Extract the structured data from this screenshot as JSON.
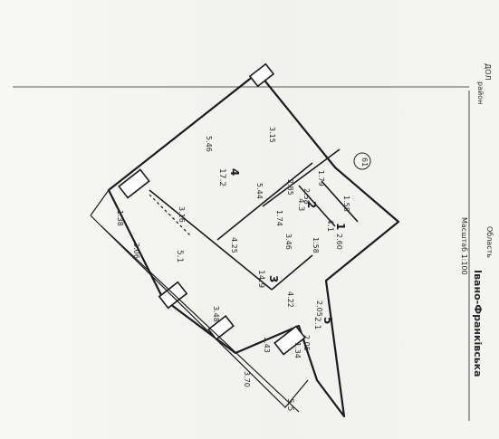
{
  "header": {
    "fragment_top": "ДОЛ",
    "rayon": "район",
    "oblast": "Область",
    "city": "Івано-Франківська",
    "scale": "Масштаб 1:100"
  },
  "plan": {
    "room_labels": [
      {
        "id": "room-4",
        "number": "4",
        "area": "17.2"
      },
      {
        "id": "room-3",
        "number": "3",
        "area": "14.9"
      },
      {
        "id": "room-2",
        "number": "2",
        "area": "4.3"
      },
      {
        "id": "room-1",
        "number": "1",
        "area": "4.1"
      },
      {
        "id": "room-5",
        "number": "5",
        "area": "2.1"
      }
    ],
    "balcony_labels": [
      "5.1",
      "5.5"
    ],
    "apartment_number": "61",
    "dimensions": [
      "3.15",
      "5.46",
      "1.79",
      "2.85",
      "5.44",
      "2.58",
      "1.58",
      "2.60",
      "1.74",
      "1.58",
      "3.46",
      "4.25",
      "3.16",
      "1.38",
      "3.06",
      "3.48",
      "4.22",
      "2.05",
      "2.05",
      "1.43",
      "1.34",
      "3.70"
    ]
  }
}
